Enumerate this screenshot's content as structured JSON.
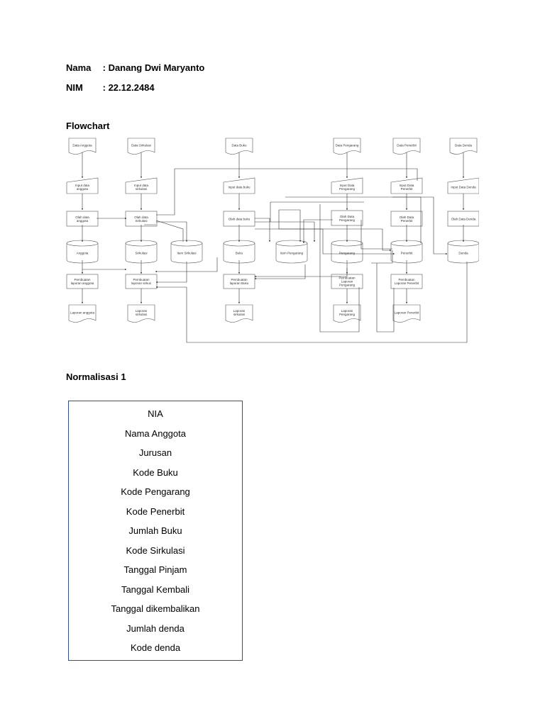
{
  "header": {
    "name_label": "Nama",
    "name_value": ": Danang Dwi Maryanto",
    "nim_label": "NIM",
    "nim_value": ": 22.12.2484"
  },
  "flowchart": {
    "heading": "Flowchart",
    "documents_top": [
      "Data Anggota",
      "Data Sirkulasi",
      "Data Buku",
      "Data Pengarang",
      "Data Penerbit",
      "Data Denda"
    ],
    "inputs": [
      "Input data anggota",
      "Input data sirkulasi",
      "Input data buku",
      "Input Data Pengarang",
      "Input Data Penerbit",
      "Input Data Denda"
    ],
    "processes": [
      "Olah data anggota",
      "Olah data Sirkulasi",
      "Olah data buku",
      "Olah Data Pengarang",
      "Olah Data Penerbit",
      "Olah Data Denda"
    ],
    "stores": [
      "Anggota",
      "Sirkulasi",
      "Item Sirkulasi",
      "Buku",
      "Item Pengarang",
      "Pengarang",
      "Penerbit",
      "Denda"
    ],
    "reports_process": [
      "Pembuatan laporan anggota",
      "Pembuatan laporan sirkus",
      "Pembuatan laporan Buku",
      "Pembuatan Laporan Pengarang",
      "Pembuatan Laporan Penerbit"
    ],
    "reports": [
      "Laporan anggota",
      "Laporan sirkulasi",
      "Laporan sirkulasi",
      "Laporan Pengarang",
      "Laporan Penerbit"
    ]
  },
  "normalisasi": {
    "heading": "Normalisasi 1",
    "fields": [
      "NIA",
      "Nama Anggota",
      "Jurusan",
      "Kode Buku",
      "Kode Pengarang",
      "Kode Penerbit",
      "Jumlah Buku",
      "Kode Sirkulasi",
      "Tanggal Pinjam",
      "Tanggal Kembali",
      "Tanggal dikembalikan",
      "Jumlah denda",
      "Kode denda"
    ]
  }
}
